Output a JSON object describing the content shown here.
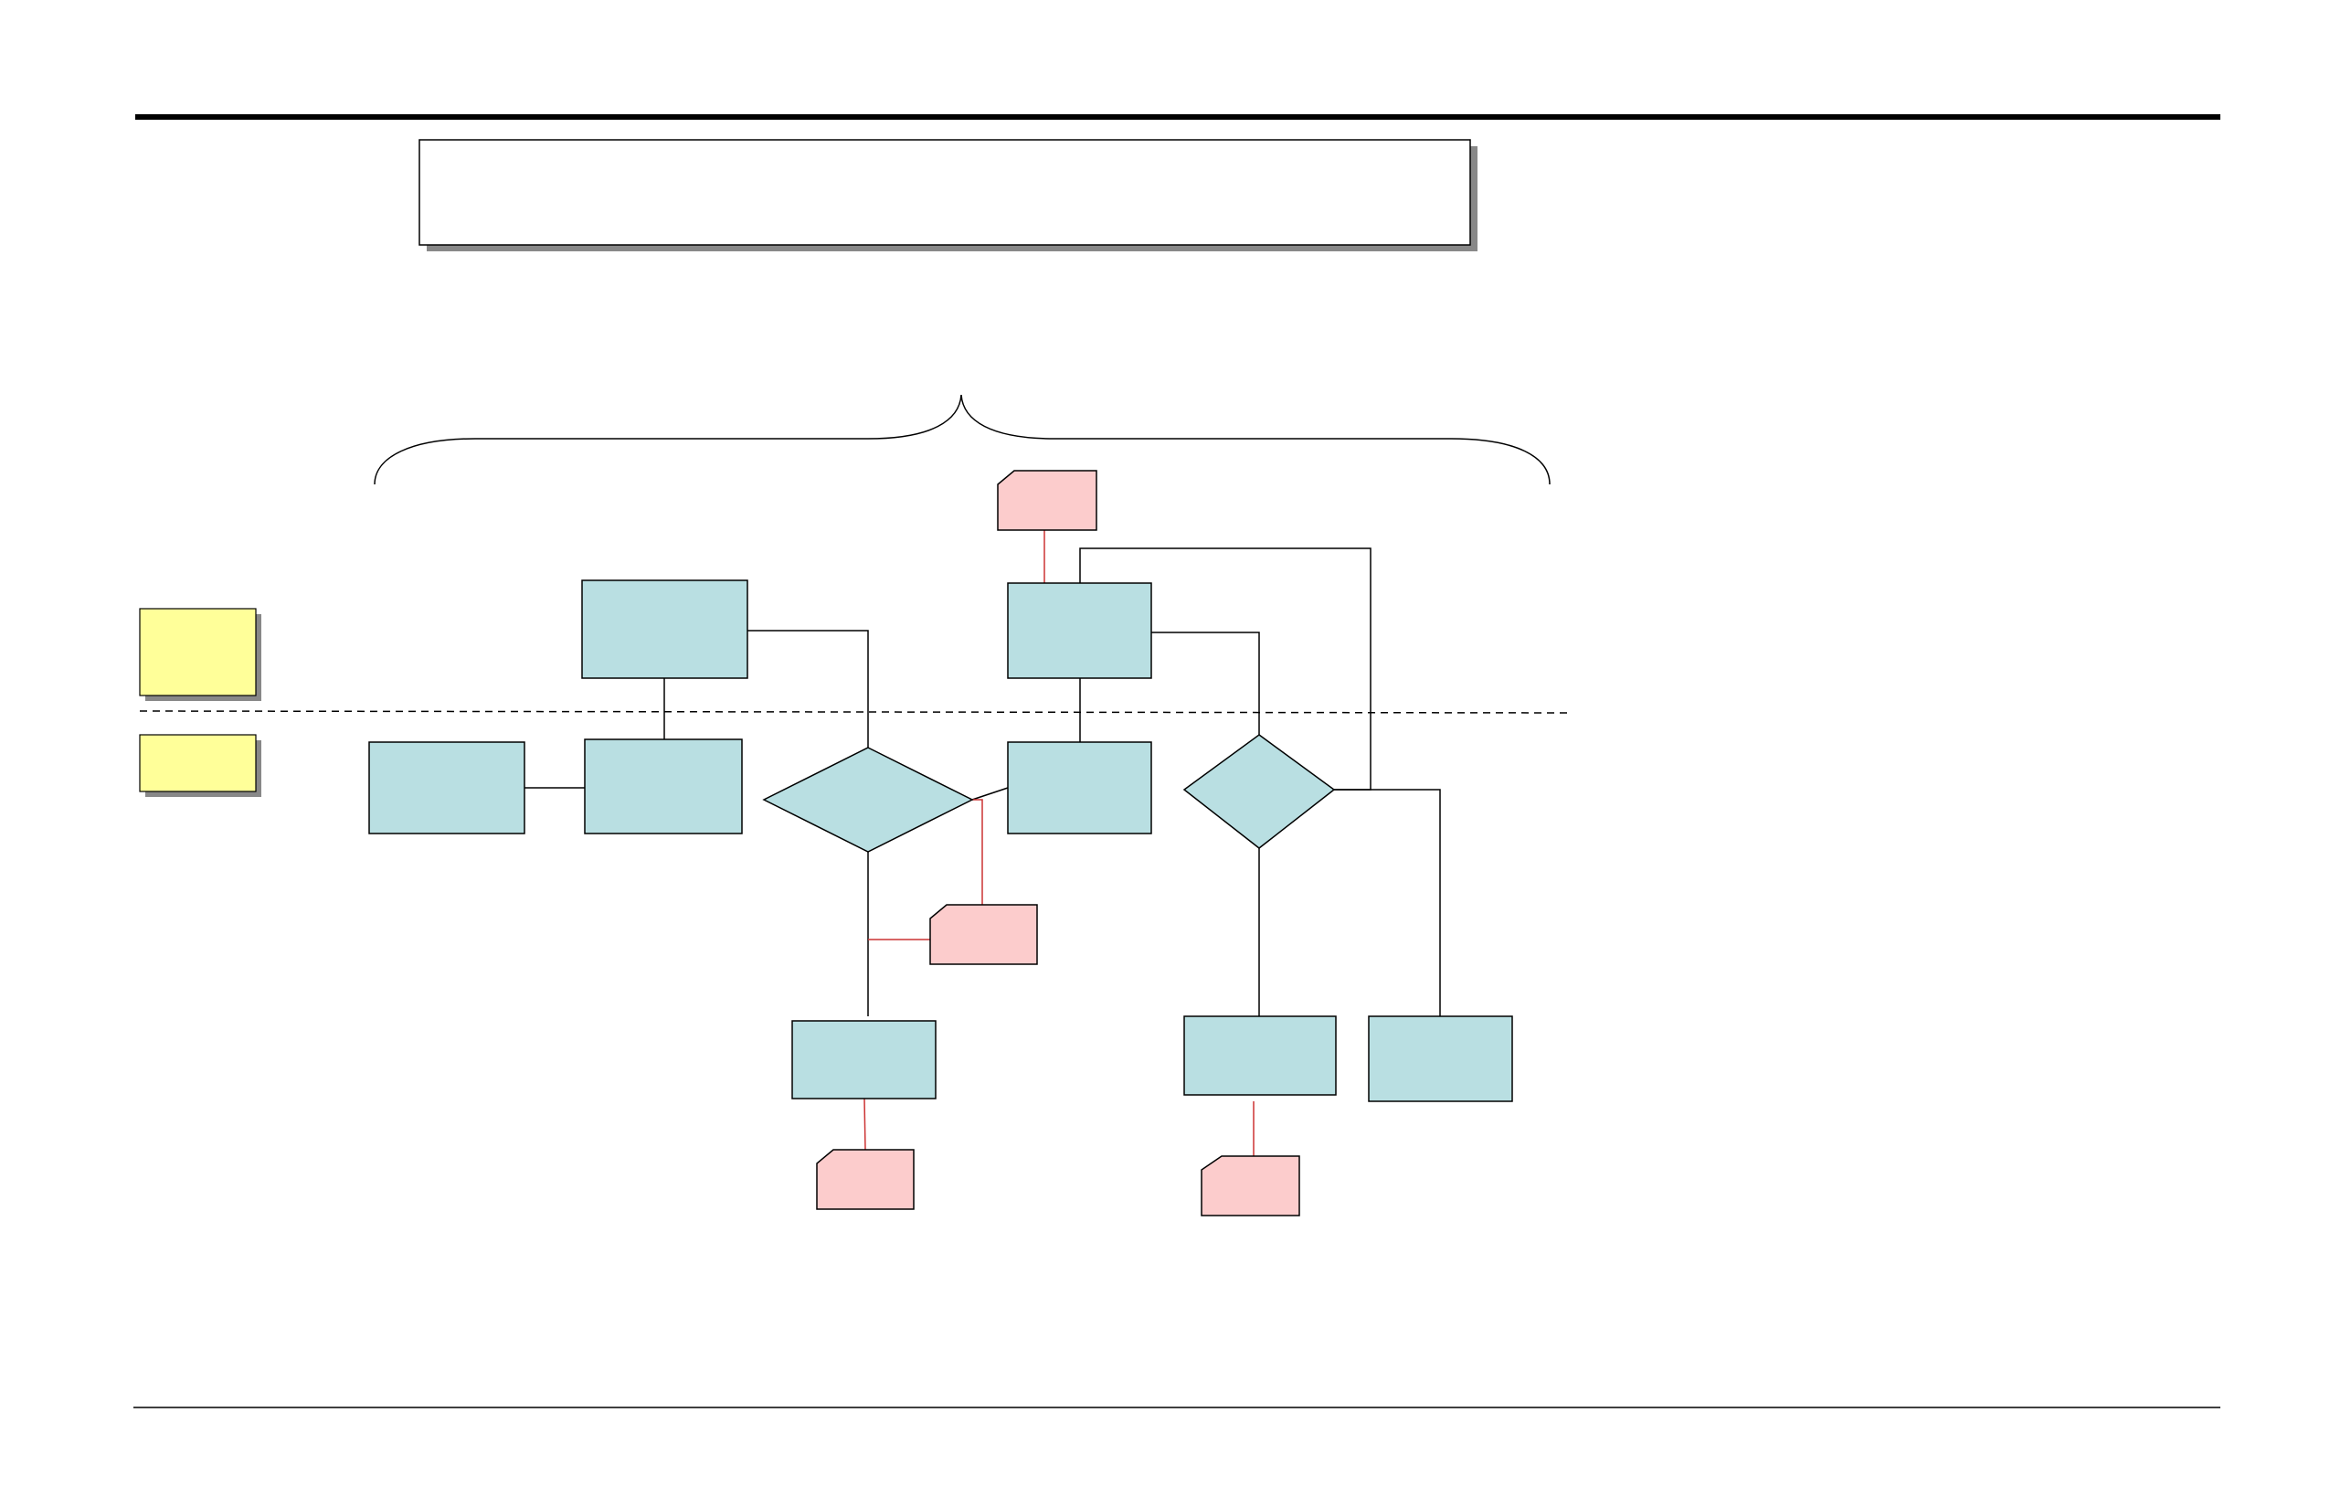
{
  "title_box": {
    "text": ""
  },
  "lanes": [
    {
      "id": "upper-lane",
      "label": ""
    },
    {
      "id": "lower-lane",
      "label": ""
    }
  ],
  "processes": [
    {
      "id": "process-a",
      "label": ""
    },
    {
      "id": "process-b",
      "label": ""
    },
    {
      "id": "process-c",
      "label": ""
    },
    {
      "id": "process-d",
      "label": ""
    },
    {
      "id": "process-e",
      "label": ""
    },
    {
      "id": "process-f",
      "label": ""
    },
    {
      "id": "process-g",
      "label": ""
    },
    {
      "id": "process-h",
      "label": ""
    }
  ],
  "decisions": [
    {
      "id": "decision-1",
      "label": ""
    },
    {
      "id": "decision-2",
      "label": ""
    }
  ],
  "notes": [
    {
      "id": "note-top",
      "label": ""
    },
    {
      "id": "note-mid",
      "label": ""
    },
    {
      "id": "note-bottom-left",
      "label": ""
    },
    {
      "id": "note-bottom-right",
      "label": ""
    }
  ],
  "colors": {
    "process_fill": "#b9dfe2",
    "lane_fill": "#ffff99",
    "note_fill": "#fccccc",
    "note_connector": "#cc3333",
    "connector": "#000000",
    "shadow": "#888888"
  }
}
